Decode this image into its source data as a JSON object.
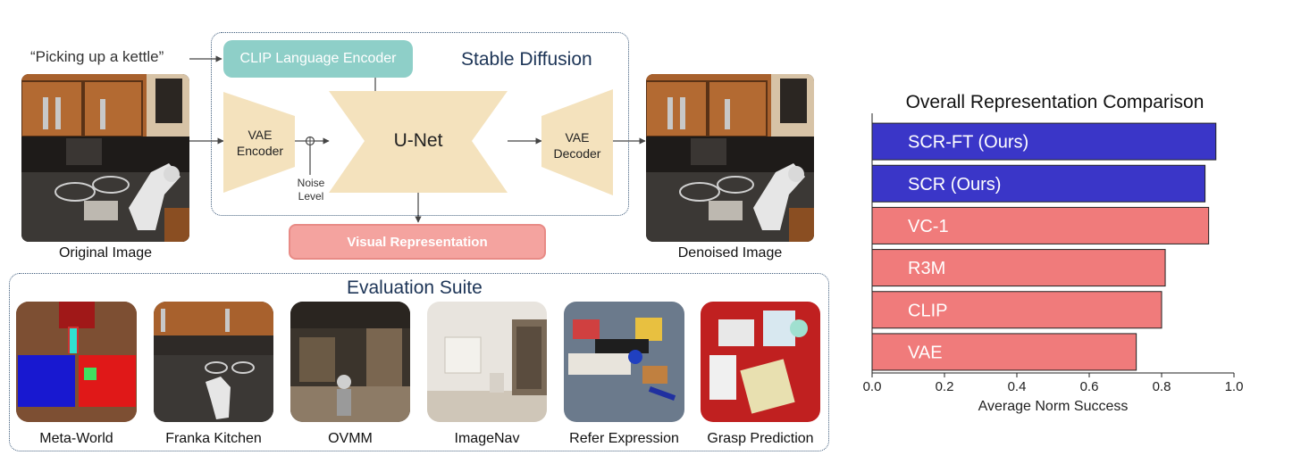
{
  "pipeline": {
    "prompt": "“Picking up a kettle”",
    "sd_title": "Stable Diffusion",
    "clip_label": "CLIP Language Encoder",
    "vae_encoder_label": "VAE\nEncoder",
    "unet_label": "U-Net",
    "vae_decoder_label": "VAE\nDecoder",
    "noise_label": "Noise\nLevel",
    "visual_rep_label": "Visual Representation",
    "original_caption": "Original Image",
    "denoised_caption": "Denoised Image"
  },
  "eval_suite": {
    "title": "Evaluation Suite",
    "items": [
      {
        "label": "Meta-World"
      },
      {
        "label": "Franka Kitchen"
      },
      {
        "label": "OVMM"
      },
      {
        "label": "ImageNav"
      },
      {
        "label": "Refer Expression"
      },
      {
        "label": "Grasp Prediction"
      }
    ]
  },
  "colors": {
    "ours": "#3a36c8",
    "baseline": "#f07b7b",
    "clip_box": "#8ecfc8",
    "vae_unet": "#f4e2bd",
    "visual_rep": "#f4a39f",
    "dotted": "#3d5a7a"
  },
  "chart_data": {
    "type": "bar",
    "orientation": "horizontal",
    "title": "Overall Representation Comparison",
    "xlabel": "Average Norm Success",
    "ylabel": "",
    "xlim": [
      0,
      1.0
    ],
    "xticks": [
      "0.0",
      "0.2",
      "0.4",
      "0.6",
      "0.8",
      "1.0"
    ],
    "categories": [
      "SCR-FT (Ours)",
      "SCR (Ours)",
      "VC-1",
      "R3M",
      "CLIP",
      "VAE"
    ],
    "values": [
      0.95,
      0.92,
      0.93,
      0.81,
      0.8,
      0.73
    ],
    "bar_colors": [
      "#3a36c8",
      "#3a36c8",
      "#f07b7b",
      "#f07b7b",
      "#f07b7b",
      "#f07b7b"
    ],
    "grid": false
  }
}
